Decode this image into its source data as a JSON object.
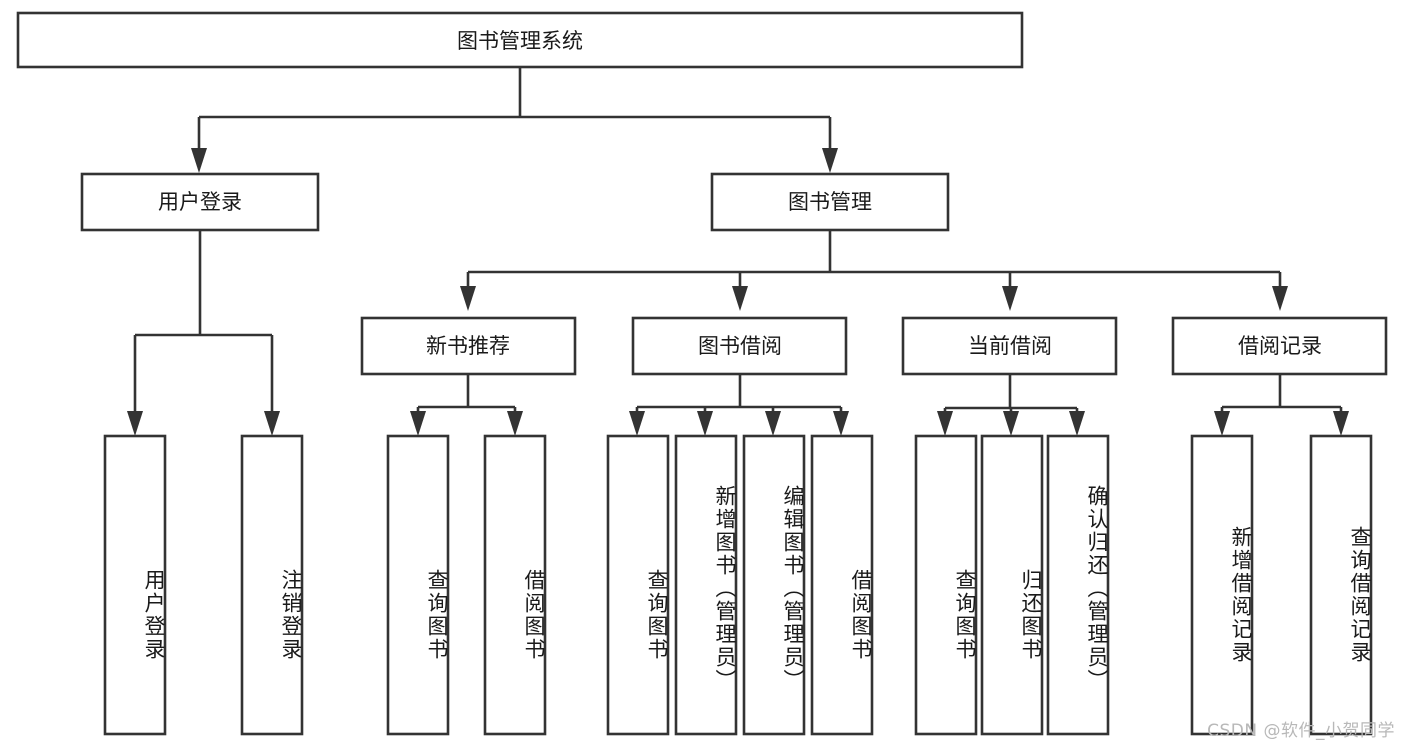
{
  "diagram": {
    "title": "图书管理系统",
    "type": "tree",
    "orientation": "top-down",
    "colors": {
      "stroke": "#333333",
      "box_fill": "#ffffff",
      "text": "#1a1a1a",
      "background": "#ffffff",
      "watermark": "#b8b8b8"
    },
    "root": {
      "label": "图书管理系统",
      "orientation": "horizontal"
    },
    "level2": [
      {
        "label": "用户登录",
        "orientation": "horizontal"
      },
      {
        "label": "图书管理",
        "orientation": "horizontal"
      }
    ],
    "level3": [
      {
        "label": "新书推荐",
        "orientation": "horizontal",
        "parent": "图书管理"
      },
      {
        "label": "图书借阅",
        "orientation": "horizontal",
        "parent": "图书管理"
      },
      {
        "label": "当前借阅",
        "orientation": "horizontal",
        "parent": "图书管理"
      },
      {
        "label": "借阅记录",
        "orientation": "horizontal",
        "parent": "图书管理"
      }
    ],
    "leaves": {
      "user_login": [
        {
          "label": "用户登录",
          "orientation": "vertical"
        },
        {
          "label": "注销登录",
          "orientation": "vertical"
        }
      ],
      "new_book_recommend": [
        {
          "label": "查询图书",
          "orientation": "vertical"
        },
        {
          "label": "借阅图书",
          "orientation": "vertical"
        }
      ],
      "book_borrow": [
        {
          "label": "查询图书",
          "orientation": "vertical"
        },
        {
          "label": "新增图书（管理员）",
          "orientation": "vertical"
        },
        {
          "label": "编辑图书（管理员）",
          "orientation": "vertical"
        },
        {
          "label": "借阅图书",
          "orientation": "vertical"
        }
      ],
      "current_borrow": [
        {
          "label": "查询图书",
          "orientation": "vertical"
        },
        {
          "label": "归还图书",
          "orientation": "vertical"
        },
        {
          "label": "确认归还（管理员）",
          "orientation": "vertical"
        }
      ],
      "borrow_record": [
        {
          "label": "新增借阅记录",
          "orientation": "vertical"
        },
        {
          "label": "查询借阅记录",
          "orientation": "vertical"
        }
      ]
    },
    "watermark": "CSDN @软件_小贺同学"
  }
}
